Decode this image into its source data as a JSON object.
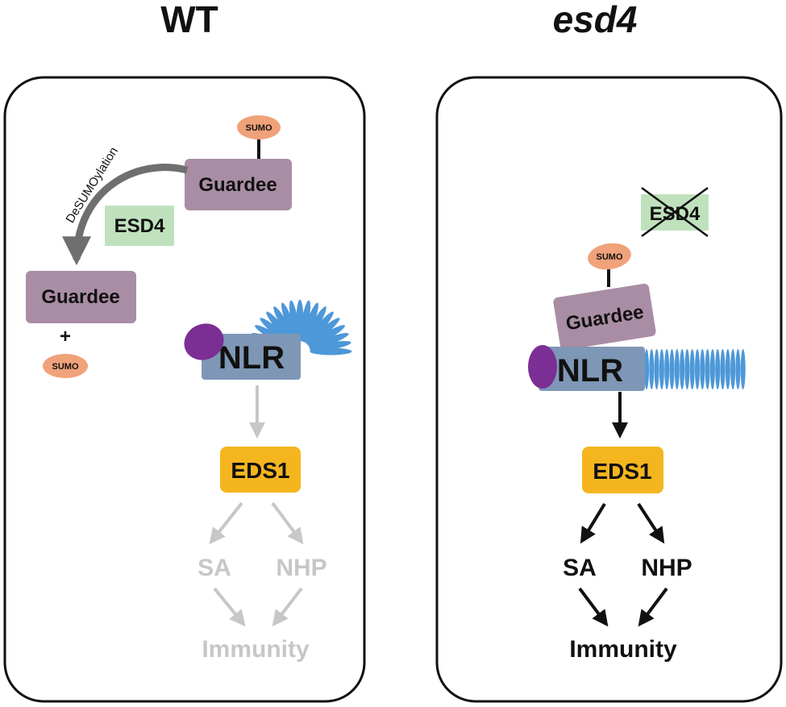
{
  "panels": {
    "wt": {
      "title": "WT",
      "guardee_top": "Guardee",
      "sumo_top": "SUMO",
      "desumo": "DeSUMOylation",
      "esd4": "ESD4",
      "guardee_free": "Guardee",
      "plus": "+",
      "sumo_free": "SUMO",
      "nlr": "NLR",
      "eds1": "EDS1",
      "sa": "SA",
      "nhp": "NHP",
      "immunity": "Immunity"
    },
    "mutant": {
      "title": "esd4",
      "esd4": "ESD4",
      "sumo": "SUMO",
      "guardee": "Guardee",
      "nlr": "NLR",
      "eds1": "EDS1",
      "sa": "SA",
      "nhp": "NHP",
      "immunity": "Immunity"
    }
  },
  "colors": {
    "guardee": "#a98da4",
    "sumo": "#f0a27a",
    "esd4": "#bfe2bd",
    "nlr": "#7f97b6",
    "lrr": "#4d98d8",
    "tir": "#7b2f94",
    "eds1": "#f5b51e",
    "active": "#111111",
    "inactive": "#c7c7c7",
    "desumo_arrow": "#6f6f6f"
  }
}
